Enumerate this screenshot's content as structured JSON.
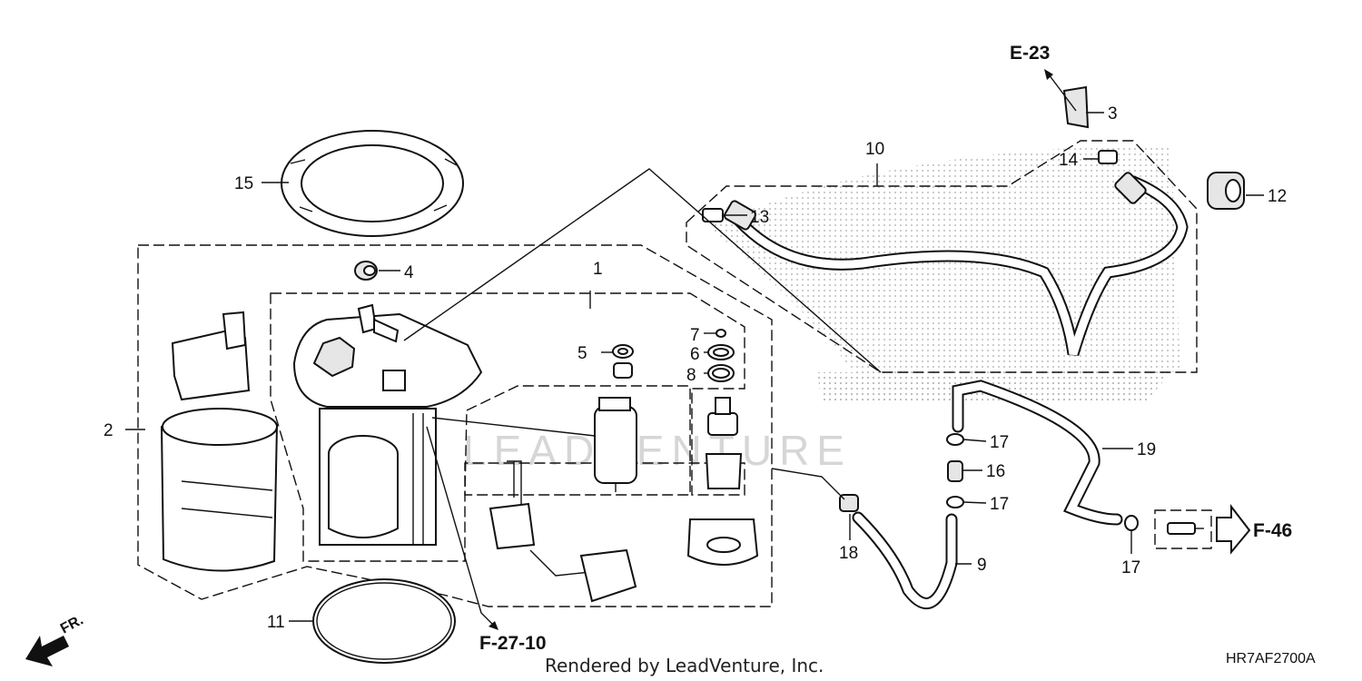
{
  "diagram": {
    "ref_codes": {
      "e23": "E-23",
      "f46": "F-46",
      "f2710": "F-27-10",
      "fr": "FR."
    },
    "part_labels": {
      "p1": "1",
      "p2": "2",
      "p3": "3",
      "p4": "4",
      "p5": "5",
      "p6": "6",
      "p7": "7",
      "p8": "8",
      "p9": "9",
      "p10": "10",
      "p11": "11",
      "p12": "12",
      "p13": "13",
      "p14": "14",
      "p15": "15",
      "p16": "16",
      "p17a": "17",
      "p17b": "17",
      "p17c": "17",
      "p18": "18",
      "p19": "19"
    },
    "watermark": "LEADVENTURE",
    "footer_text": "Rendered by LeadVenture, Inc.",
    "diagram_code": "HR7AF2700A"
  }
}
